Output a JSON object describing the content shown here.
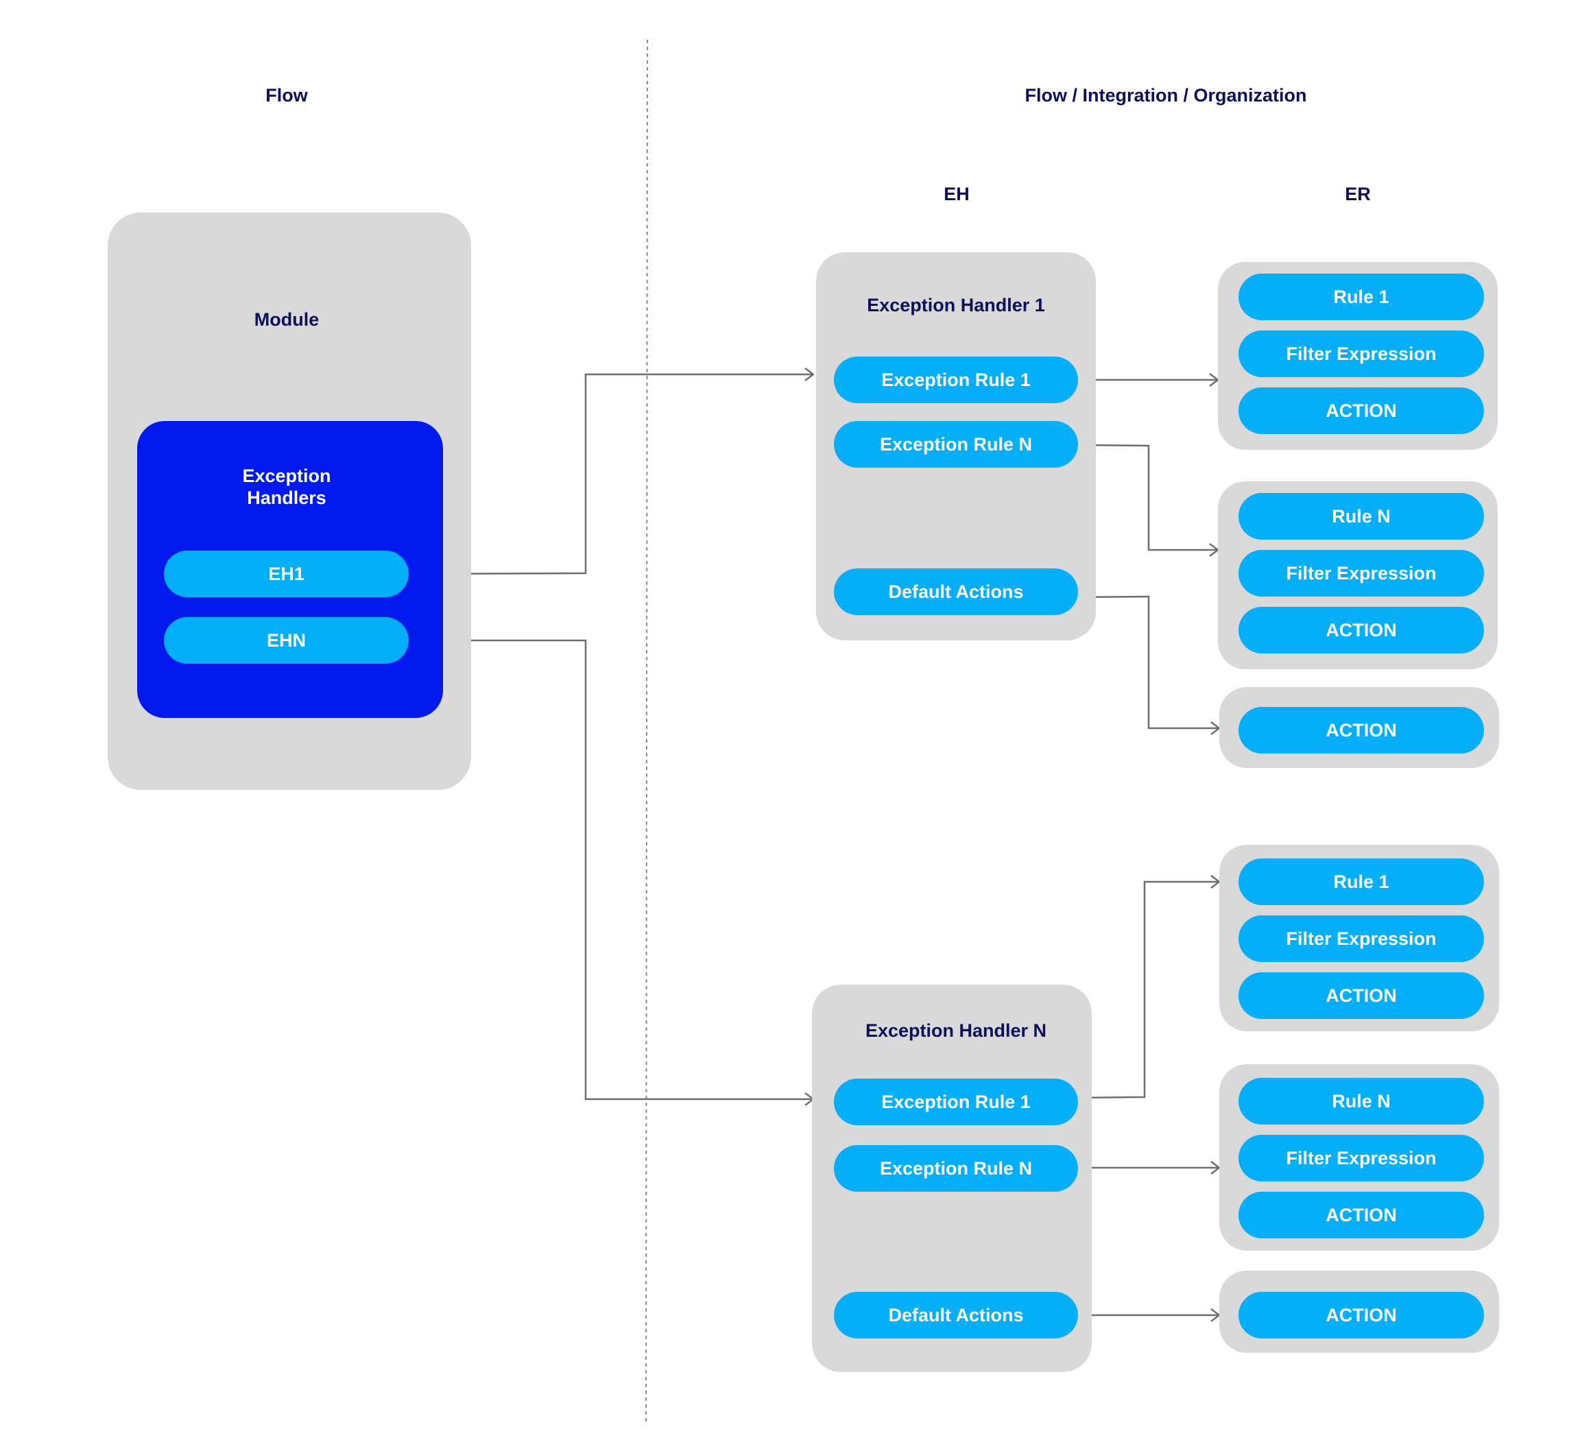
{
  "headers": {
    "left": "Flow",
    "right": "Flow / Integration / Organization",
    "eh": "EH",
    "er": "ER"
  },
  "module": {
    "title": "Module",
    "exception_handlers": {
      "title": "Exception\nHandlers",
      "items": [
        "EH1",
        "EHN"
      ]
    }
  },
  "handlers": [
    {
      "title": "Exception Handler 1",
      "rules": [
        "Exception Rule 1",
        "Exception Rule N"
      ],
      "default": "Default Actions"
    },
    {
      "title": "Exception Handler N",
      "rules": [
        "Exception Rule 1",
        "Exception Rule N"
      ],
      "default": "Default Actions"
    }
  ],
  "rule_groups": [
    [
      "Rule 1",
      "Filter Expression",
      "ACTION"
    ],
    [
      "Rule N",
      "Filter Expression",
      "ACTION"
    ],
    [
      "ACTION"
    ],
    [
      "Rule 1",
      "Filter Expression",
      "ACTION"
    ],
    [
      "Rule N",
      "Filter Expression",
      "ACTION"
    ],
    [
      "ACTION"
    ]
  ],
  "colors": {
    "panel": "#d9d9d9",
    "exception_handlers_panel": "#0019ec",
    "pill": "#05aef9",
    "heading_text": "#0b0f5c",
    "connector": "#6e6e6e",
    "divider": "#888888"
  }
}
